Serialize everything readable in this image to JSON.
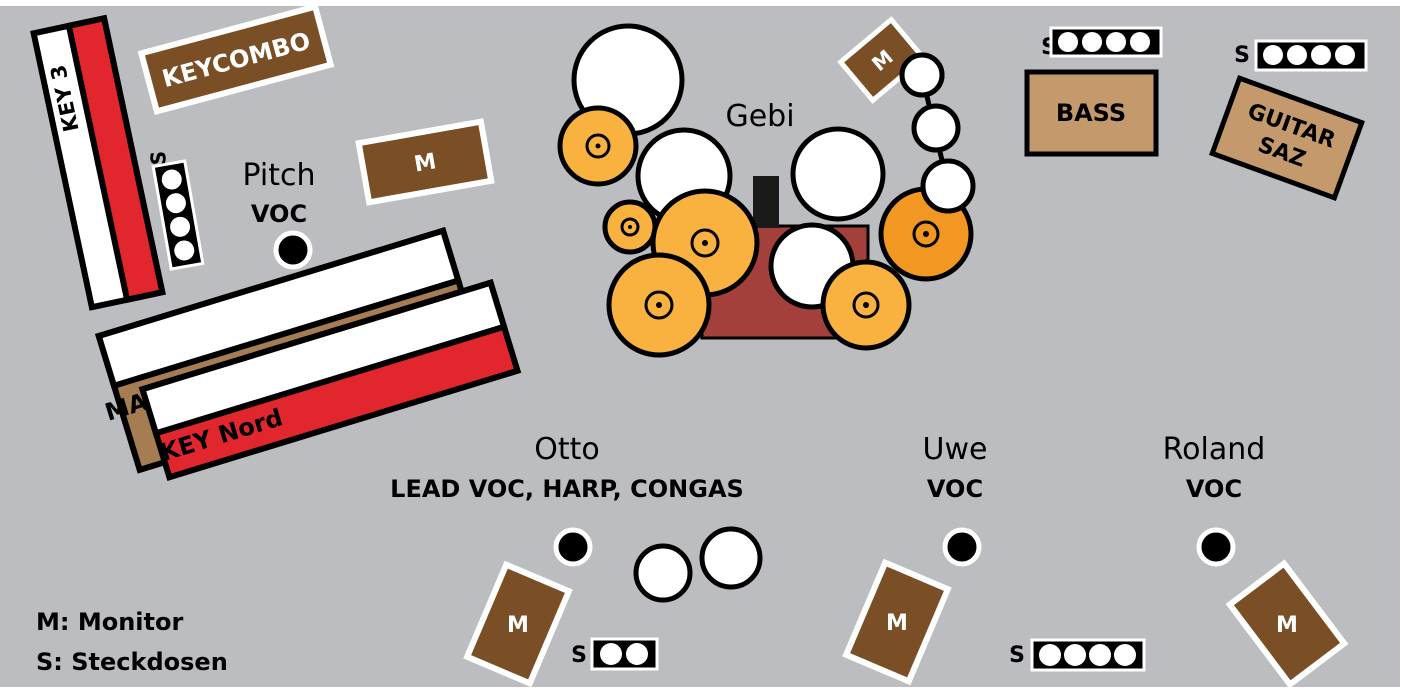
{
  "colors": {
    "background": "#bcbdc0",
    "monitor": "#7a4f26",
    "keyboard_red": "#e1262d",
    "keyboard_brown": "#a67c52",
    "amp": "#c49a6c",
    "cymbal": "#f9b13f",
    "cymbal_dark": "#f29721",
    "drum_riser": "#a4403c",
    "white": "#ffffff",
    "black": "#000000"
  },
  "instruments": {
    "key3": "KEY 3",
    "keycombo": "KEYCOMBO",
    "master_key": "MASTER KEY",
    "key_nord": "KEY Nord",
    "bass": "BASS",
    "guitar_line1": "GUITAR",
    "guitar_line2": "SAZ"
  },
  "monitors": {
    "label": "M"
  },
  "sockets": {
    "label": "S"
  },
  "people": {
    "pitch": {
      "name": "Pitch",
      "role": "VOC"
    },
    "gebi": {
      "name": "Gebi"
    },
    "otto": {
      "name": "Otto",
      "role": "LEAD VOC, HARP, CONGAS"
    },
    "uwe": {
      "name": "Uwe",
      "role": "VOC"
    },
    "roland": {
      "name": "Roland",
      "role": "VOC"
    }
  },
  "legend": {
    "monitor": "M: Monitor",
    "sockets": "S: Steckdosen"
  }
}
